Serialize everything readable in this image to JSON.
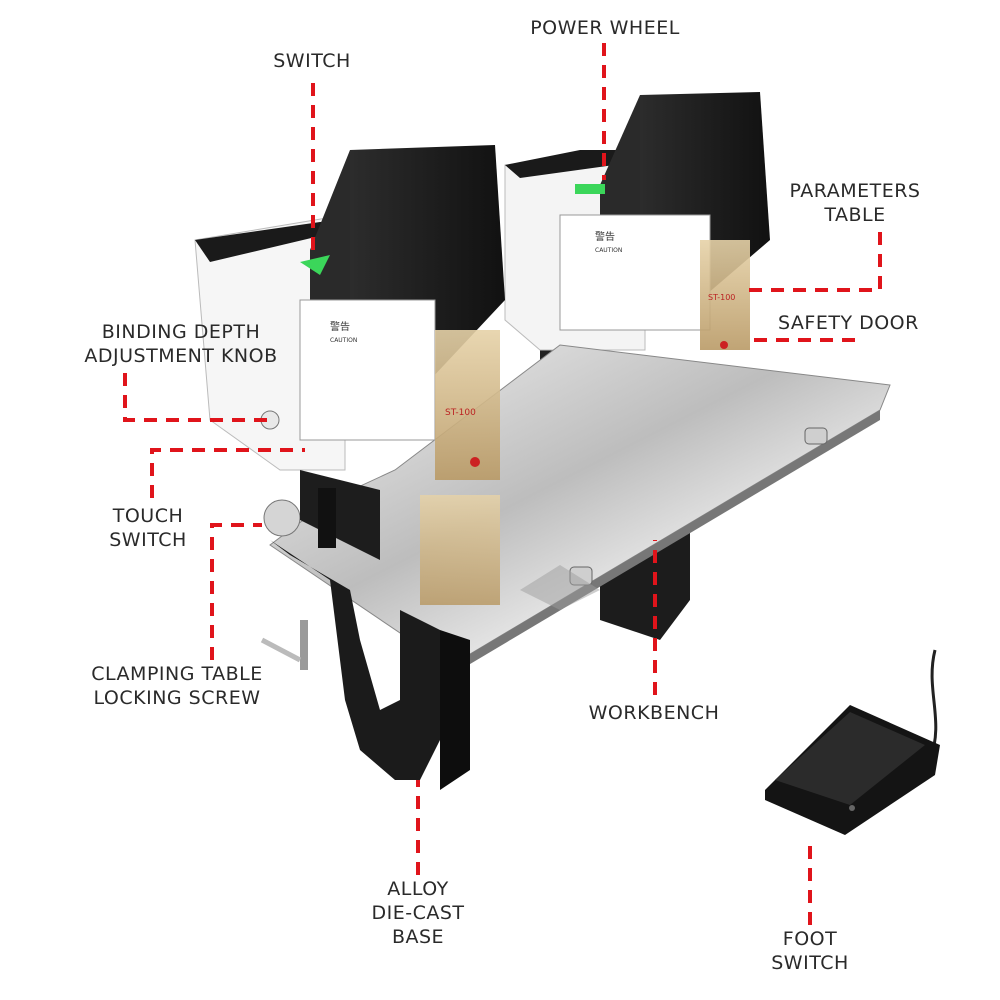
{
  "labels": {
    "switch": "SWITCH",
    "power_wheel": "POWER WHEEL",
    "parameters_table_1": "PARAMETERS",
    "parameters_table_2": "TABLE",
    "safety_door": "SAFETY DOOR",
    "binding_depth_1": "BINDING DEPTH",
    "binding_depth_2": "ADJUSTMENT KNOB",
    "touch_switch_1": "TOUCH",
    "touch_switch_2": "SWITCH",
    "clamping_1": "CLAMPING TABLE",
    "clamping_2": "LOCKING SCREW",
    "workbench": "WORKBENCH",
    "alloy_1": "ALLOY",
    "alloy_2": "DIE-CAST",
    "alloy_3": "BASE",
    "foot_1": "FOOT",
    "foot_2": "SWITCH"
  },
  "device": {
    "model_front": "ST-100",
    "model_back": "ST-100",
    "caution_front": "警告",
    "caution_back": "警告",
    "caution_sub": "CAUTION"
  },
  "colors": {
    "leader": "#e0141b",
    "body_black": "#1f1f1f",
    "steel": "#d9d9d9",
    "switch_green": "#3bd65a"
  }
}
